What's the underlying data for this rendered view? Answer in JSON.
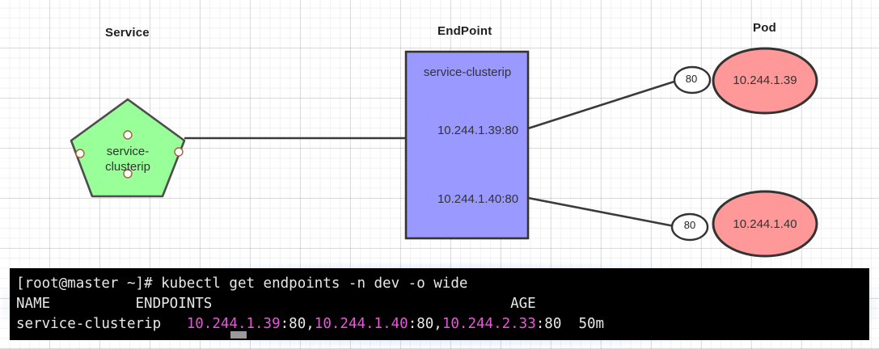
{
  "canvas": {
    "grid": true,
    "background": "#ffffff",
    "gridline_color": "#e6e6e6"
  },
  "diagram": {
    "columns": [
      {
        "id": "service",
        "label": "Service"
      },
      {
        "id": "endpoint",
        "label": "EndPoint"
      },
      {
        "id": "pod",
        "label": "Pod"
      }
    ],
    "service_node": {
      "shape": "pentagon",
      "label_line1": "service-",
      "label_line2": "clusterip",
      "label": "service-clusterip",
      "fill": "#99ff99",
      "stroke": "#4d4d4d",
      "connection_points": 4
    },
    "endpoint_node": {
      "shape": "rectangle",
      "title": "service-clusterip",
      "entries": [
        "10.244.1.39:80",
        "10.244.1.40:80"
      ],
      "fill": "#9999ff",
      "stroke": "#333333"
    },
    "pods": [
      {
        "shape": "ellipse",
        "label": "10.244.1.39",
        "port": "80",
        "fill": "#ff9999",
        "stroke": "#333333"
      },
      {
        "shape": "ellipse",
        "label": "10.244.1.40",
        "port": "80",
        "fill": "#ff9999",
        "stroke": "#333333"
      }
    ],
    "edges": [
      {
        "from": "service",
        "to": "endpoint"
      },
      {
        "from": "endpoint-entry-1",
        "to": "pod-1-port"
      },
      {
        "from": "endpoint-entry-2",
        "to": "pod-2-port"
      }
    ],
    "edge_color": "#3a3a3a"
  },
  "terminal": {
    "background": "#000000",
    "foreground": "#e8e8e8",
    "highlight_color": "#e857d8",
    "prompt": "[root@master ~]# ",
    "command": "kubectl get endpoints -n dev -o wide",
    "header": {
      "name": "NAME",
      "endpoints": "ENDPOINTS",
      "age": "AGE"
    },
    "row": {
      "name": "service-clusterip",
      "endpoints_parts": [
        {
          "text": "10.244.1.39",
          "color": "magenta"
        },
        {
          "text": ":80,",
          "color": "white"
        },
        {
          "text": "10.244.1.40",
          "color": "magenta"
        },
        {
          "text": ":80,",
          "color": "white"
        },
        {
          "text": "10.244.2.33",
          "color": "magenta"
        },
        {
          "text": ":80",
          "color": "white"
        }
      ],
      "endpoints_plain": "10.244.1.39:80,10.244.1.40:80,10.244.2.33:80",
      "age": "50m"
    },
    "cursor_visible": true
  }
}
